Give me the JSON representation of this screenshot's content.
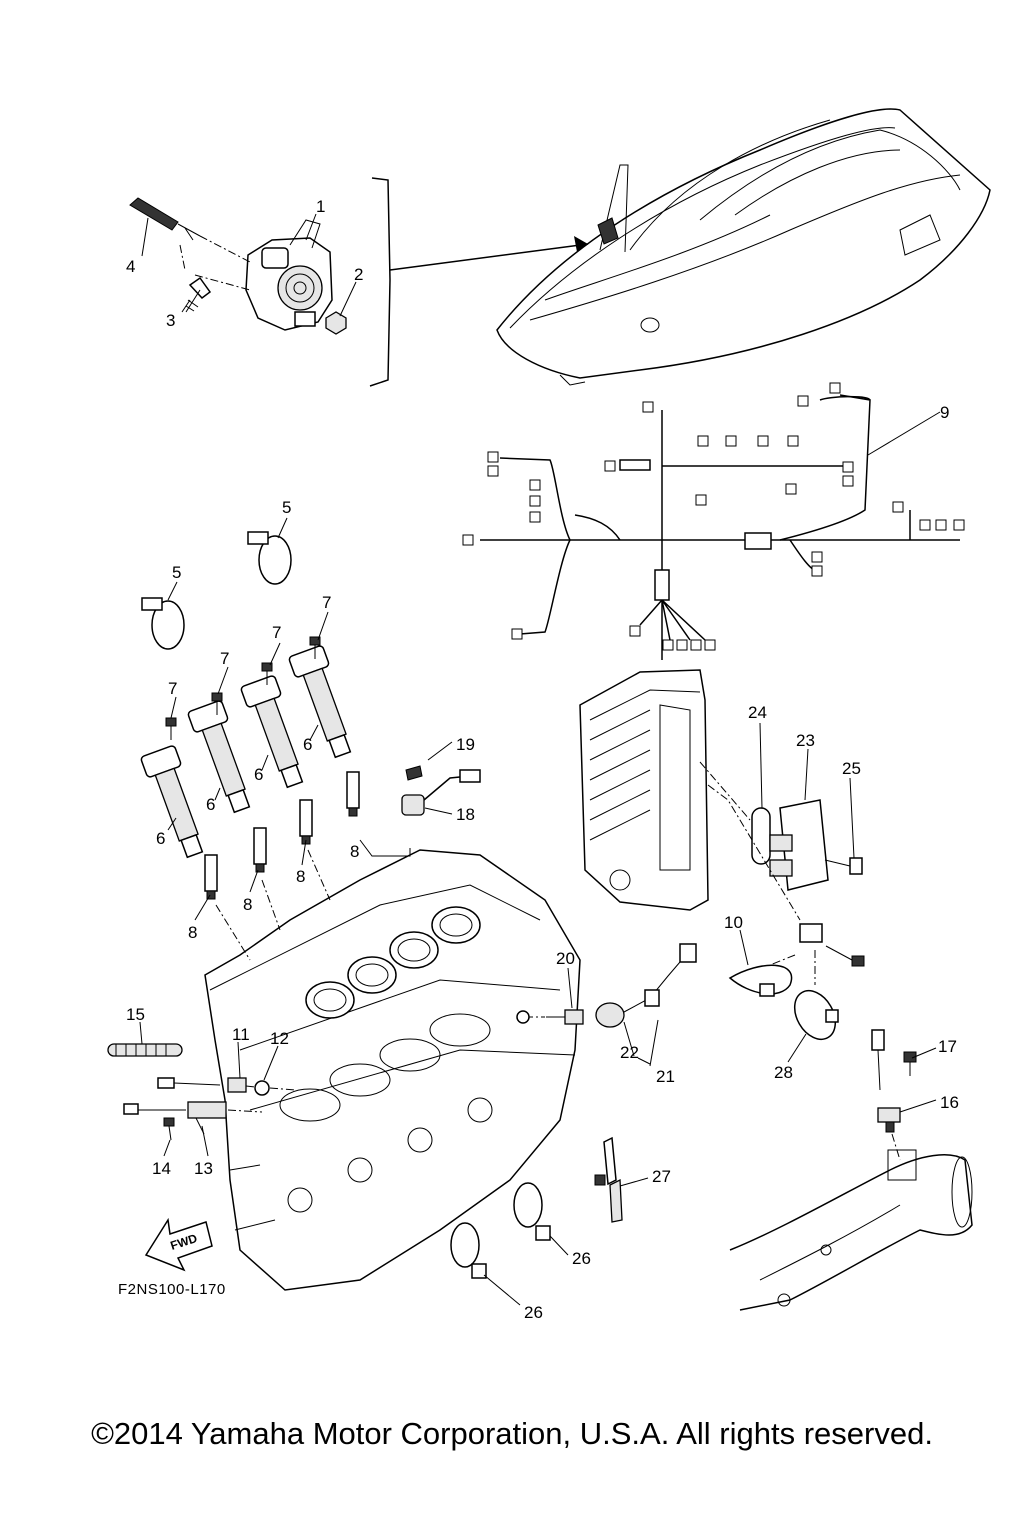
{
  "diagram": {
    "code": "F2NS100-L170",
    "fwd_label": "FWD",
    "copyright": "©2014 Yamaha Motor Corporation, U.S.A. All rights reserved.",
    "callouts": [
      {
        "id": "c1",
        "text": "1"
      },
      {
        "id": "c2",
        "text": "2"
      },
      {
        "id": "c3",
        "text": "3"
      },
      {
        "id": "c4",
        "text": "4"
      },
      {
        "id": "c5a",
        "text": "5"
      },
      {
        "id": "c5b",
        "text": "5"
      },
      {
        "id": "c6a",
        "text": "6"
      },
      {
        "id": "c6b",
        "text": "6"
      },
      {
        "id": "c6c",
        "text": "6"
      },
      {
        "id": "c6d",
        "text": "6"
      },
      {
        "id": "c7a",
        "text": "7"
      },
      {
        "id": "c7b",
        "text": "7"
      },
      {
        "id": "c7c",
        "text": "7"
      },
      {
        "id": "c7d",
        "text": "7"
      },
      {
        "id": "c8a",
        "text": "8"
      },
      {
        "id": "c8b",
        "text": "8"
      },
      {
        "id": "c8c",
        "text": "8"
      },
      {
        "id": "c8d",
        "text": "8"
      },
      {
        "id": "c9",
        "text": "9"
      },
      {
        "id": "c10",
        "text": "10"
      },
      {
        "id": "c11",
        "text": "11"
      },
      {
        "id": "c12",
        "text": "12"
      },
      {
        "id": "c13",
        "text": "13"
      },
      {
        "id": "c14",
        "text": "14"
      },
      {
        "id": "c15",
        "text": "15"
      },
      {
        "id": "c16",
        "text": "16"
      },
      {
        "id": "c17",
        "text": "17"
      },
      {
        "id": "c18",
        "text": "18"
      },
      {
        "id": "c19",
        "text": "19"
      },
      {
        "id": "c20",
        "text": "20"
      },
      {
        "id": "c21",
        "text": "21"
      },
      {
        "id": "c22",
        "text": "22"
      },
      {
        "id": "c23",
        "text": "23"
      },
      {
        "id": "c24",
        "text": "24"
      },
      {
        "id": "c25",
        "text": "25"
      },
      {
        "id": "c26a",
        "text": "26"
      },
      {
        "id": "c26b",
        "text": "26"
      },
      {
        "id": "c27",
        "text": "27"
      },
      {
        "id": "c28",
        "text": "28"
      }
    ]
  }
}
